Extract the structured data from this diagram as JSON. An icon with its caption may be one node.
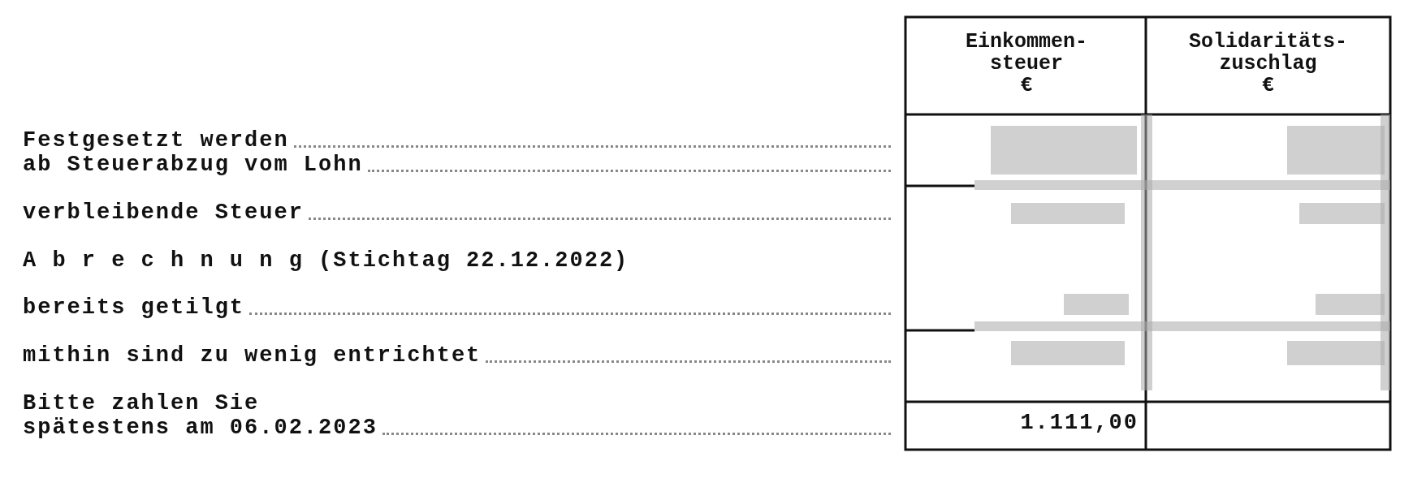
{
  "diagram": {
    "labels": [
      "Einkommen- steuer €",
      "Solidaritäts- zuschlag €",
      "Festgesetzt werden",
      "ab Steuerabzug vom Lohn",
      "verbleibende Steuer",
      "A b r e c h n u n g (Stichtag 22.12.2022)",
      "bereits getilgt",
      "mithin sind zu wenig entrichtet",
      "Bitte zahlen Sie spätestens am 06.02.2023",
      "1.111,00"
    ]
  }
}
